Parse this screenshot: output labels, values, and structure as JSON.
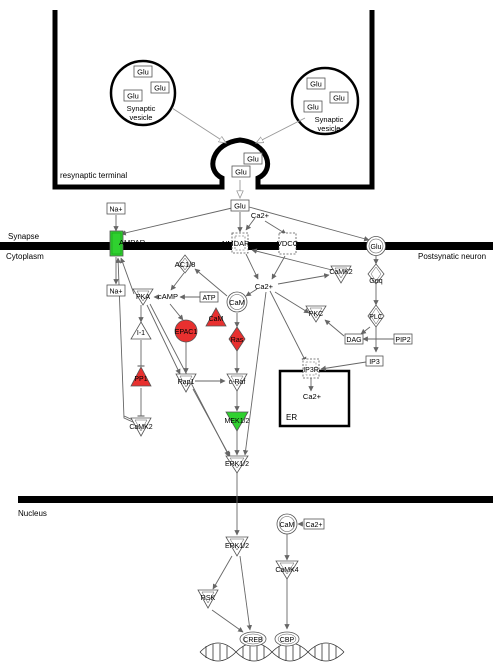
{
  "compartments": {
    "presynaptic": "resynaptic terminal",
    "synapse": "Synapse",
    "cytoplasm": "Cytoplasm",
    "postsynaptic": "Postsynatic neuron",
    "nucleus": "Nucleus",
    "er": "ER"
  },
  "vesicles": [
    {
      "label": "Synaptic vesicle",
      "glu": [
        "Glu",
        "Glu",
        "Glu"
      ]
    },
    {
      "label": "Synaptic vesicle",
      "glu": [
        "Glu",
        "Glu",
        "Glu"
      ]
    }
  ],
  "cleft_glu": [
    "Glu",
    "Glu"
  ],
  "nodes": {
    "glu": "Glu",
    "ca_top": "Ca2+",
    "na_top": "Na+",
    "ampar": "AMPAR",
    "nmdar": "NMDAR",
    "vdcc": "VDCC",
    "mglu": "Glu",
    "na_bottom": "Na+",
    "ac": "AC1/8",
    "ca_mid": "Ca2+",
    "camk2_right": "CaMK2",
    "gaq": "Gαq",
    "pka": "PKA",
    "camp": "cAMP",
    "atp": "ATP",
    "cam": "CaM",
    "cam_red": "CaM",
    "pkc": "PKC",
    "plc": "PLC",
    "dag": "DAG",
    "pip2": "PIP2",
    "i1": "I-1",
    "epac1": "EPAC1",
    "ras": "Ras",
    "ip3": "IP3",
    "ip3r": "IP3R",
    "ca_er": "Ca2+",
    "pp1": "PP1",
    "rap1": "Rap1",
    "craf": "c-Raf",
    "mek": "MEK1/2",
    "camk2_left": "CaMK2",
    "erk_top": "ERK1/2",
    "erk_nuc": "ERK1/2",
    "cam_nuc": "CaM",
    "ca_nuc": "Ca2+",
    "camk4": "CaMK4",
    "rsk": "RSK",
    "creb": "CREB",
    "cbp": "CBP"
  },
  "colors": {
    "line": "#666666",
    "membrane": "#000000",
    "upregulated": "#e8302f",
    "downregulated": "#2fd12f"
  }
}
